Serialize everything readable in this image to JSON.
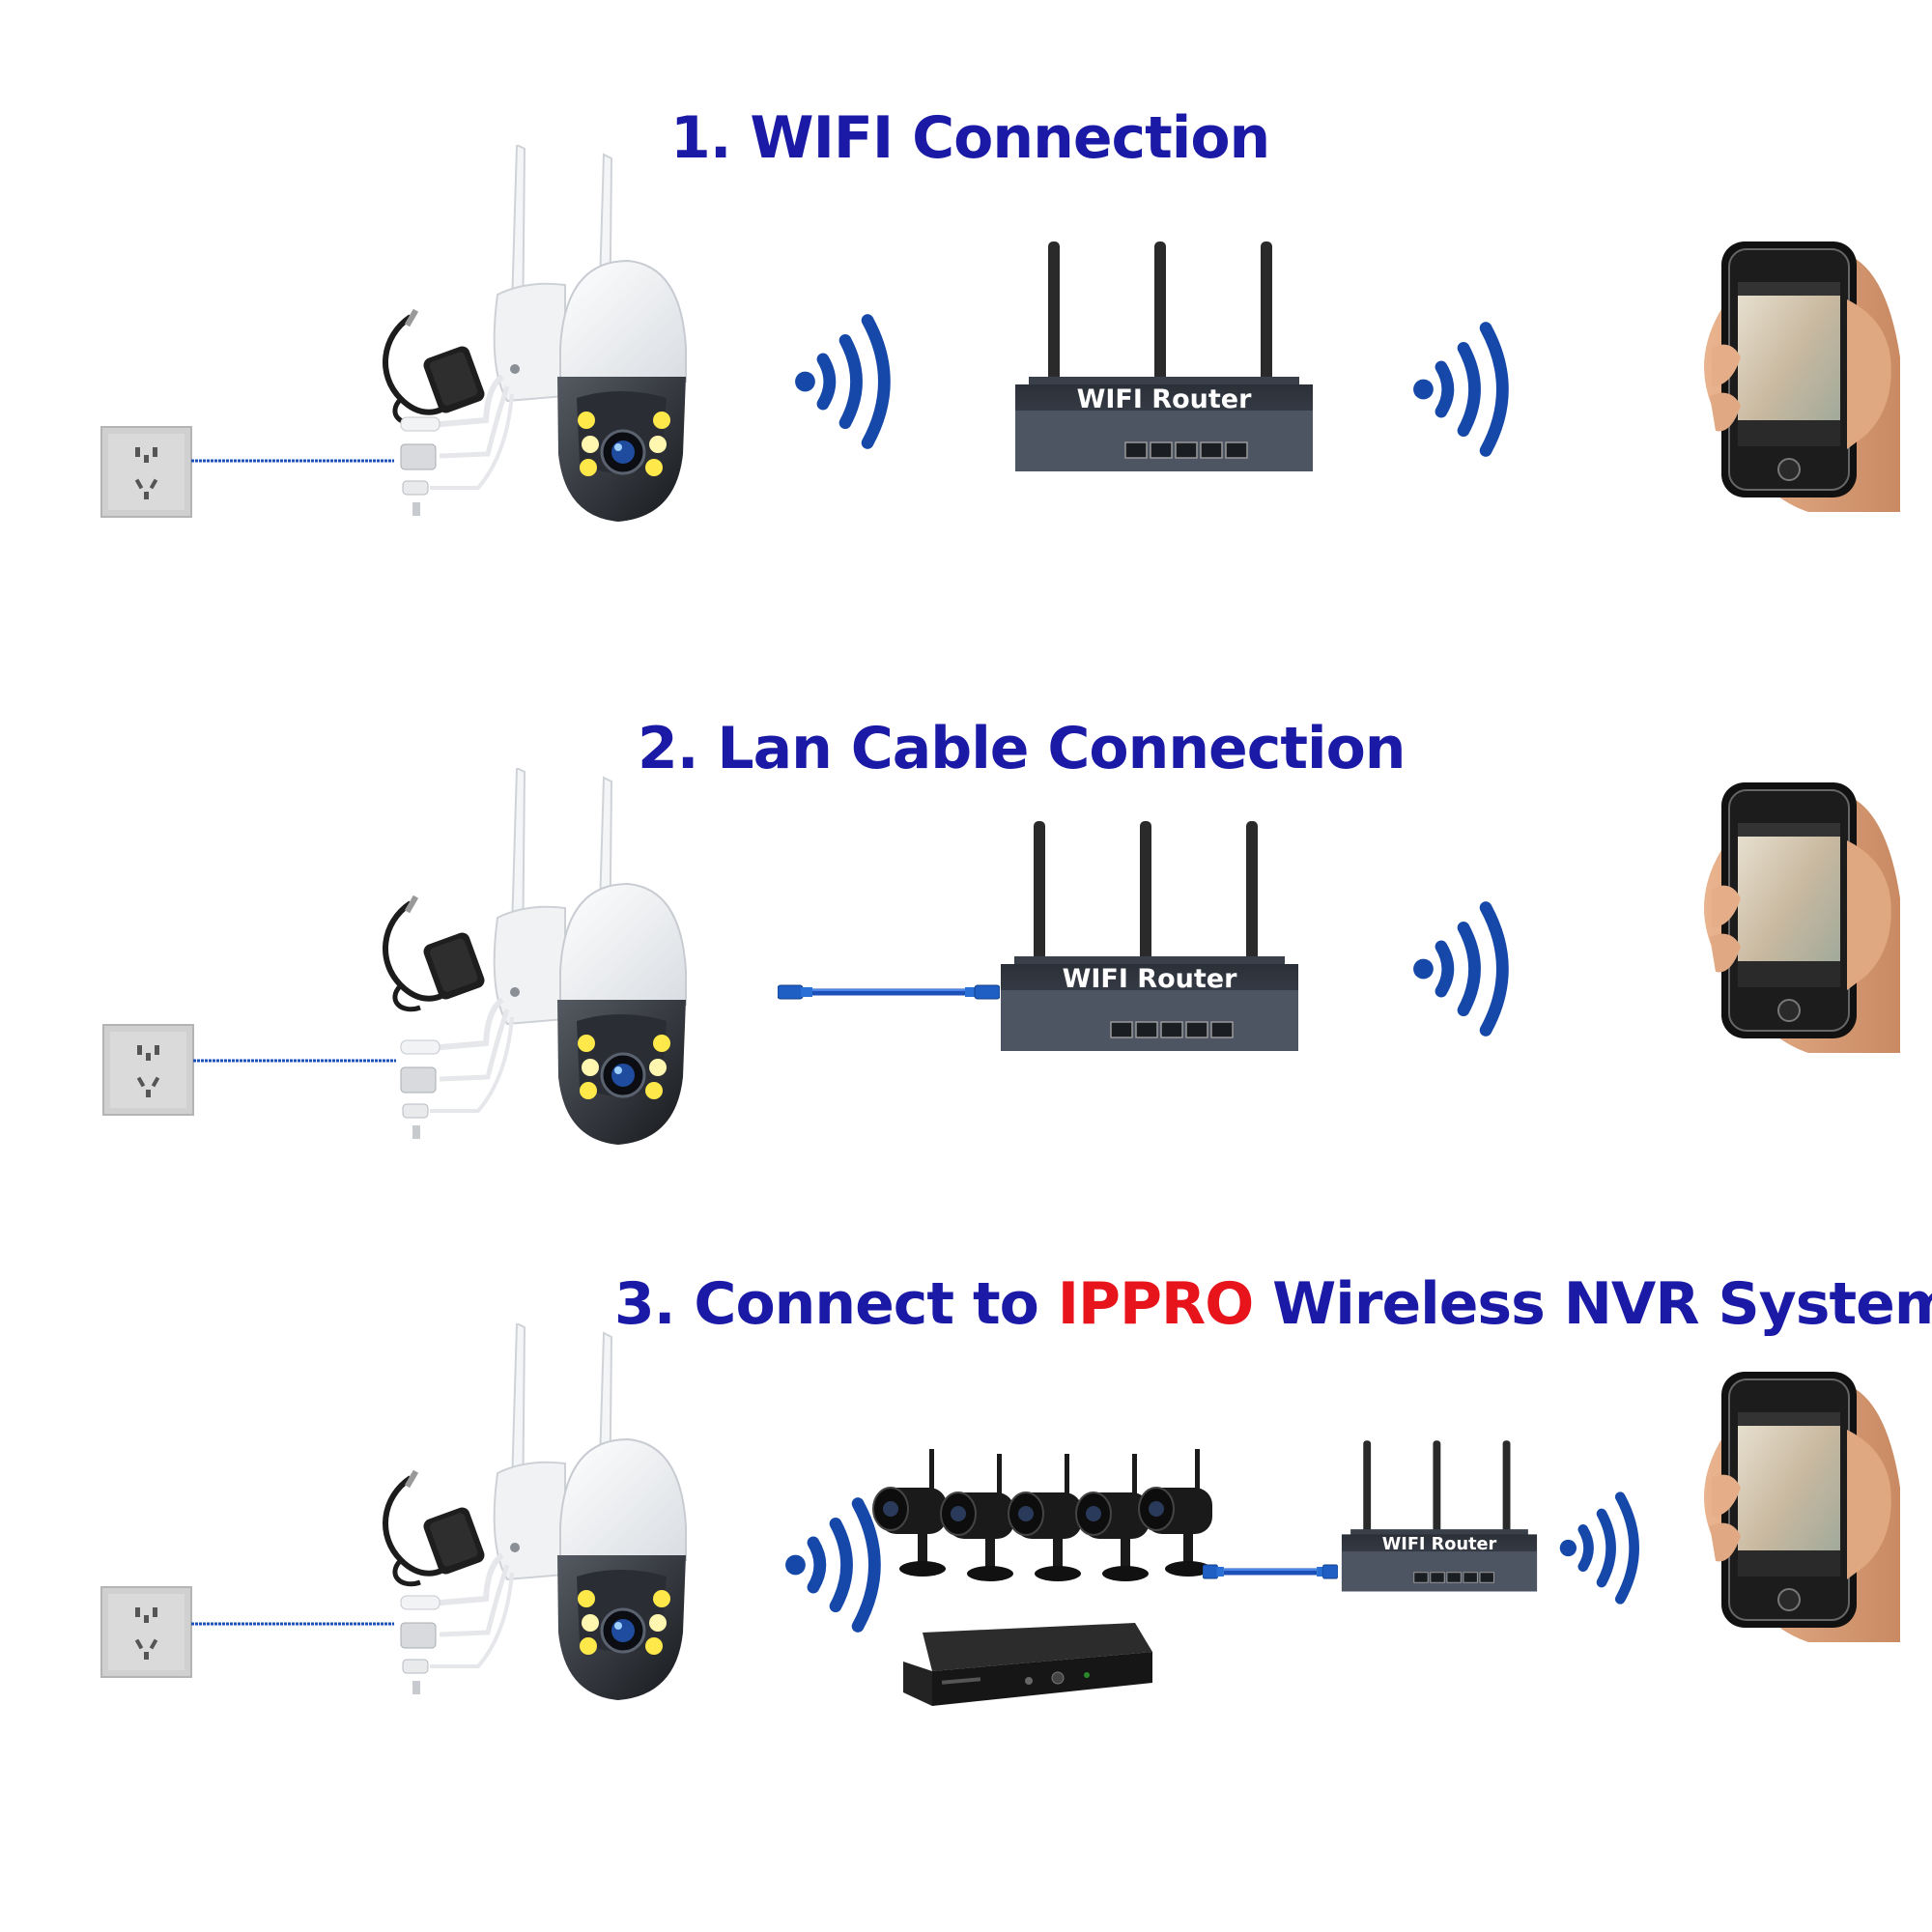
{
  "sections": [
    {
      "title": "1. WIFI Connection",
      "router_label": "WIFI Router"
    },
    {
      "title": "2. Lan Cable Connection",
      "router_label": "WIFI Router"
    },
    {
      "title_prefix": "3. Connect to ",
      "title_highlight": "IPPRO",
      "title_suffix": " Wireless NVR System",
      "router_label": "WIFI Router"
    }
  ],
  "colors": {
    "title": "#1a1aa6",
    "highlight": "#e8141c",
    "wifi_waves": "#1548a8",
    "cable": "#1d4fb8",
    "router_body": "#3c4350"
  },
  "icons": [
    "wall-socket-icon",
    "power-adapter-icon",
    "ptz-camera-icon",
    "wifi-signal-icon",
    "router-icon",
    "smartphone-in-hand-icon",
    "lan-cable-icon",
    "bullet-camera-icon",
    "nvr-recorder-icon"
  ]
}
